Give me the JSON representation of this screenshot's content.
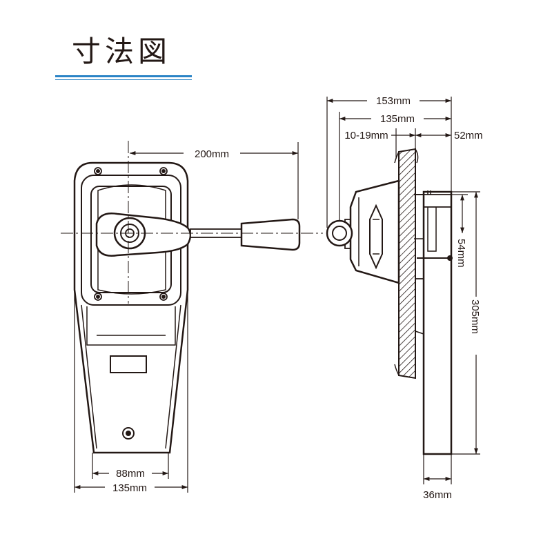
{
  "title": "寸法図",
  "dimensions": {
    "lever_length": "200mm",
    "front_bolt_spacing": "88mm",
    "front_width": "135mm",
    "side_overall_depth": "153mm",
    "side_depth": "135mm",
    "panel_thickness": "10-19mm",
    "rear_depth": "52mm",
    "lever_center_offset": "54mm",
    "height": "305mm",
    "rear_plate_thickness": "36mm"
  }
}
